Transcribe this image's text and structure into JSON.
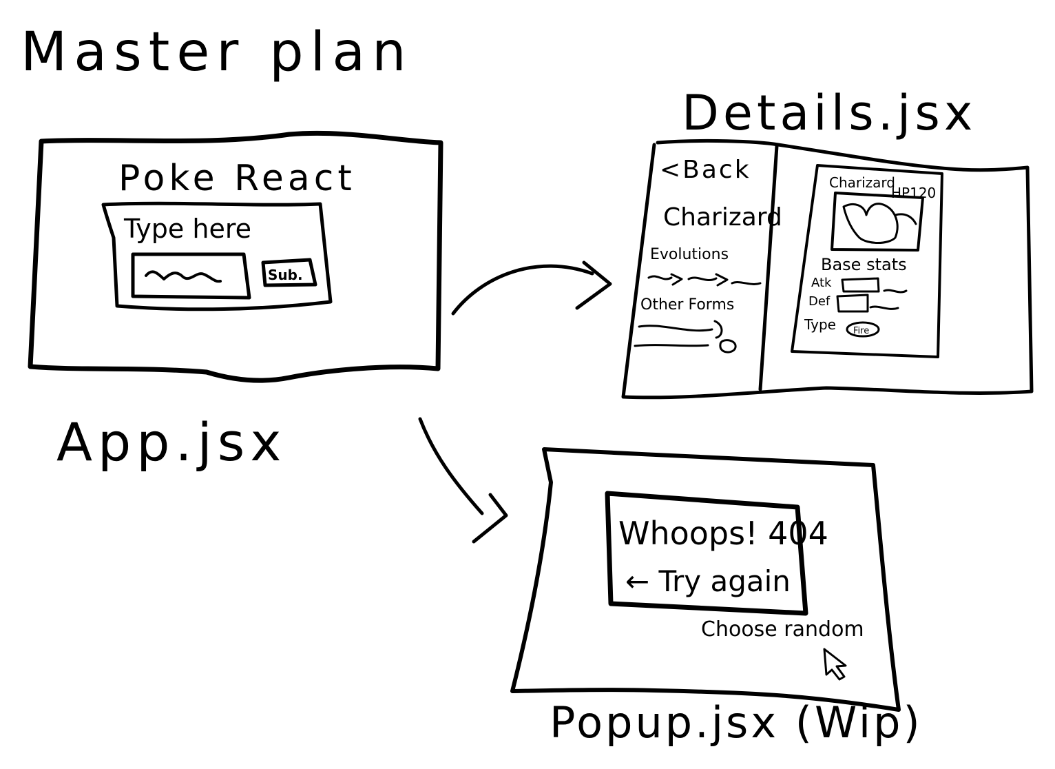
{
  "title": "Master plan",
  "app": {
    "caption": "App.jsx",
    "heading": "Poke React",
    "search_label": "Type here",
    "submit_label": "Sub."
  },
  "details": {
    "caption": "Details.jsx",
    "back_label": "<Back",
    "pokemon_name": "Charizard",
    "evolutions_label": "Evolutions",
    "other_forms_label": "Other Forms",
    "card_name": "Charizard",
    "card_hp": "HP120",
    "base_stats_label": "Base stats",
    "atk_label": "Atk",
    "def_label": "Def",
    "type_label": "Type",
    "type_badge": "Fire"
  },
  "popup": {
    "caption": "Popup.jsx (Wip)",
    "error_text": "Whoops! 404",
    "try_again_label": "← Try again",
    "choose_random_label": "Choose random"
  }
}
